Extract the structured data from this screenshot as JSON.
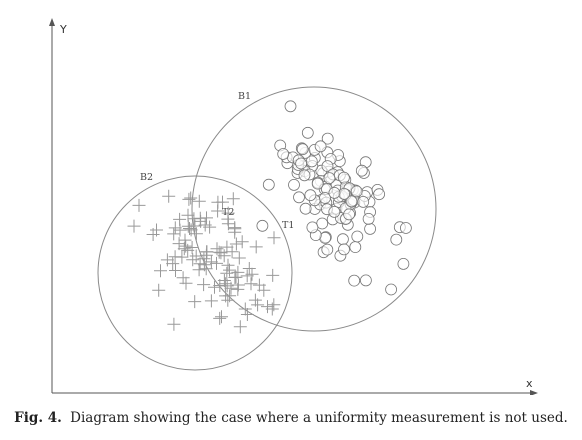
{
  "axes": {
    "x_label": "x",
    "y_label": "Y"
  },
  "regions": [
    {
      "boundary_label": "B1",
      "centroid_label": "T1"
    },
    {
      "boundary_label": "B2",
      "centroid_label": "T2"
    }
  ],
  "caption": {
    "label": "Fig. 4.",
    "text": "Diagram showing the case where a uniformity measurement is not used."
  },
  "colors": {
    "axis": "#555555",
    "circle_outline": "#888888",
    "marker": "#777777",
    "plus_marker": "#999999"
  },
  "markers": {
    "cluster_1": "circle",
    "cluster_2": "plus"
  }
}
